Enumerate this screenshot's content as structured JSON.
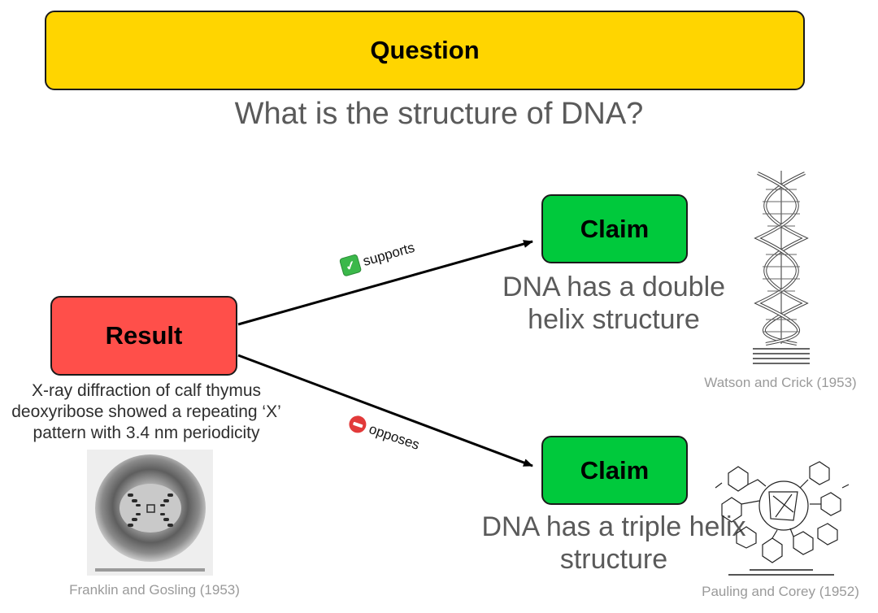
{
  "question": {
    "label": "Question",
    "text": "What is the structure of DNA?"
  },
  "result": {
    "label": "Result",
    "text": "X-ray diffraction of calf thymus deoxyribose showed a repeating ‘X’ pattern with 3.4 nm periodicity",
    "caption": "Franklin and Gosling (1953)"
  },
  "claims": [
    {
      "label": "Claim",
      "text": "DNA has a double helix structure",
      "caption": "Watson and Crick (1953)"
    },
    {
      "label": "Claim",
      "text": "DNA has a triple helix structure",
      "caption": "Pauling and Corey (1952)"
    }
  ],
  "edges": {
    "supports": {
      "label": "supports",
      "icon": "check-mark-icon"
    },
    "opposes": {
      "label": "opposes",
      "icon": "no-entry-icon"
    }
  },
  "colors": {
    "question": "#FFD500",
    "result": "#FF4F4A",
    "claim": "#00C93C"
  }
}
